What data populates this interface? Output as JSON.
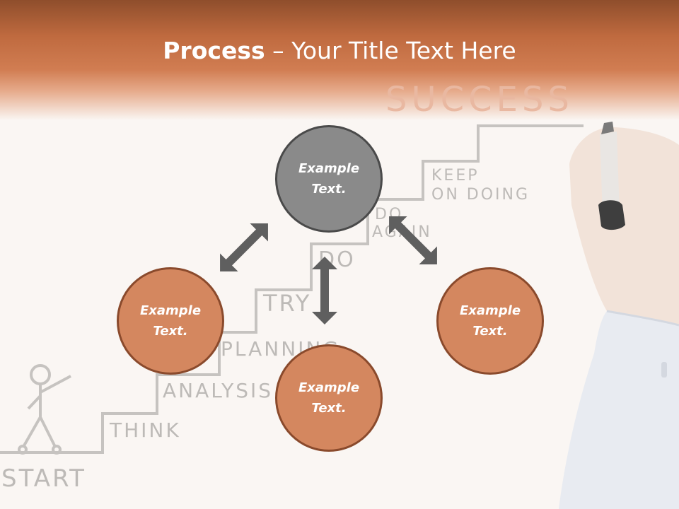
{
  "title": {
    "bold": "Process",
    "rest": " – Your Title Text Here"
  },
  "background_sketch": {
    "steps": [
      "START",
      "THINK",
      "ANALYSIS",
      "PLANNING",
      "TRY",
      "DO",
      "DO",
      "AGAIN",
      "KEEP",
      "ON DOING",
      "SUCCESS"
    ]
  },
  "nodes": [
    {
      "line1": "Example",
      "line2": "Text."
    },
    {
      "line1": "Example",
      "line2": "Text."
    },
    {
      "line1": "Example",
      "line2": "Text."
    },
    {
      "line1": "Example",
      "line2": "Text."
    }
  ],
  "colors": {
    "header": "#c8703f",
    "center_node": "#8a8a8a",
    "outer_node": "#d4875f",
    "arrow": "#5f5f5f"
  }
}
